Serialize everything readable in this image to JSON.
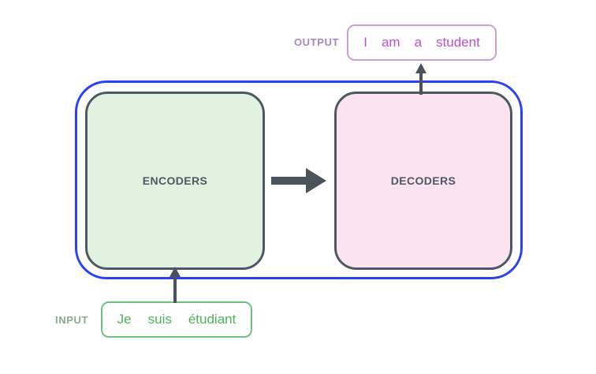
{
  "diagram": {
    "output": {
      "label": "OUTPUT",
      "tokens": [
        "I",
        "am",
        "a",
        "student"
      ]
    },
    "input": {
      "label": "INPUT",
      "tokens": [
        "Je",
        "suis",
        "étudiant"
      ]
    },
    "blocks": {
      "encoders_label": "ENCODERS",
      "decoders_label": "DECODERS"
    },
    "colors": {
      "container_border": "#2a43f2",
      "block_border": "#4e5862",
      "block_label_text": "#4e5862",
      "encoders_fill": "#e1f2e1",
      "decoders_fill": "#fbe4f0",
      "output_box_border": "#c9a0d8",
      "output_text": "#bf4ecf",
      "output_label_text": "#ad85bf",
      "input_box_border": "#6cc47c",
      "input_text": "#49b556",
      "input_label_text": "#8aad8c",
      "arrow": "#4a525c",
      "background": "#ffffff"
    }
  }
}
